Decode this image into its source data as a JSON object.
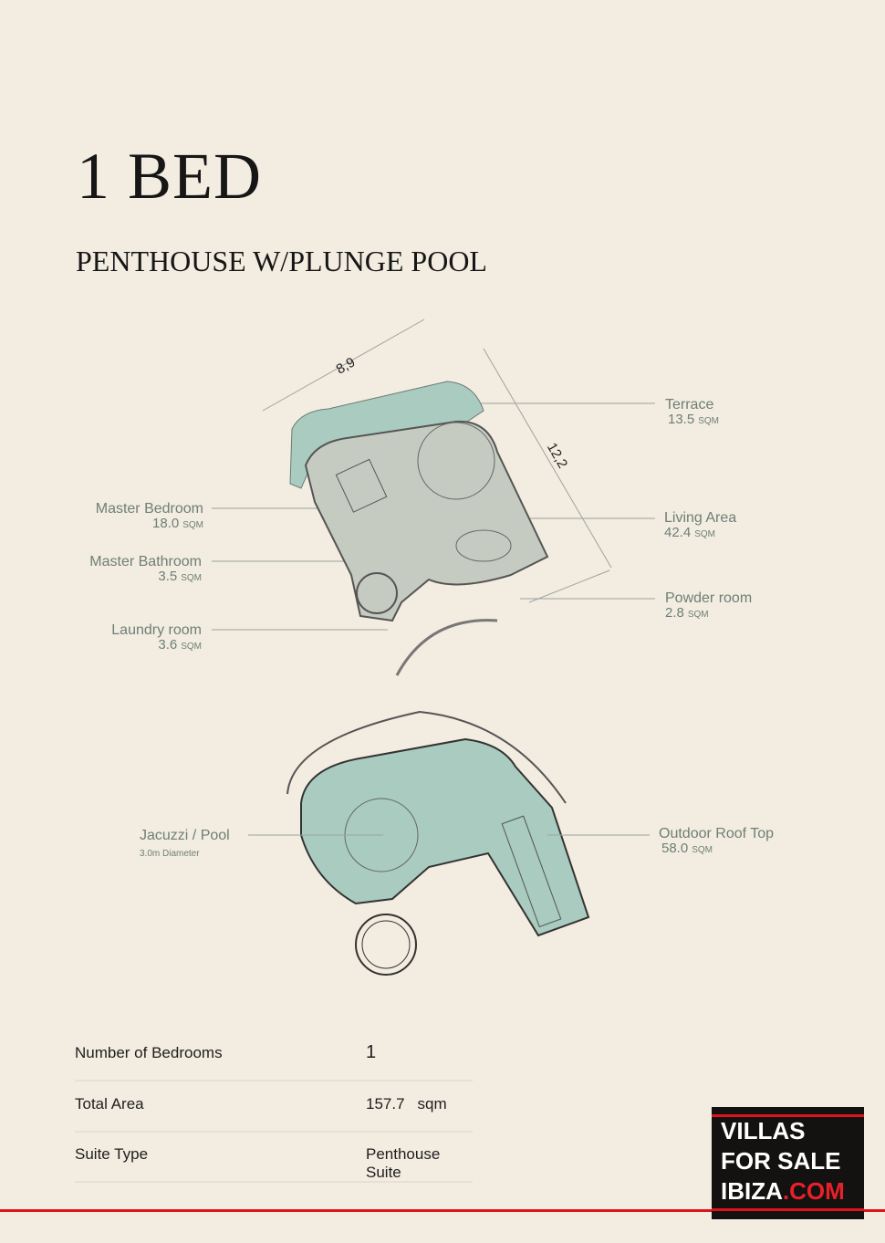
{
  "header": {
    "title": "1 BED",
    "subtitle": "PENTHOUSE W/PLUNGE POOL"
  },
  "plan": {
    "dimensions": {
      "width": "8,9",
      "depth": "12,2"
    },
    "rooms": [
      {
        "name": "Terrace",
        "area": "13.5",
        "unit": "SQM"
      },
      {
        "name": "Master Bedroom",
        "area": "18.0",
        "unit": "SQM"
      },
      {
        "name": "Living Area",
        "area": "42.4",
        "unit": "SQM"
      },
      {
        "name": "Master Bathroom",
        "area": "3.5",
        "unit": "SQM"
      },
      {
        "name": "Powder room",
        "area": "2.8",
        "unit": "SQM"
      },
      {
        "name": "Laundry room",
        "area": "3.6",
        "unit": "SQM"
      }
    ],
    "roof": [
      {
        "name": "Jacuzzi / Pool",
        "note": "3.0m Diameter"
      },
      {
        "name": "Outdoor Roof Top",
        "area": "58.0",
        "unit": "SQM"
      }
    ]
  },
  "specs": [
    {
      "label": "Number of Bedrooms",
      "value": "1"
    },
    {
      "label": "Total Area",
      "value": "157.7",
      "unit": "sqm"
    },
    {
      "label": "Suite Type",
      "value": "Penthouse Suite"
    }
  ],
  "logo": {
    "line1": "VILLAS",
    "line2": "FOR SALE",
    "line3a": "IBIZA",
    "line3b": ".COM"
  },
  "colors": {
    "background": "#f3ece0",
    "teal": "#a9cbc0",
    "accent": "#e0121c"
  }
}
